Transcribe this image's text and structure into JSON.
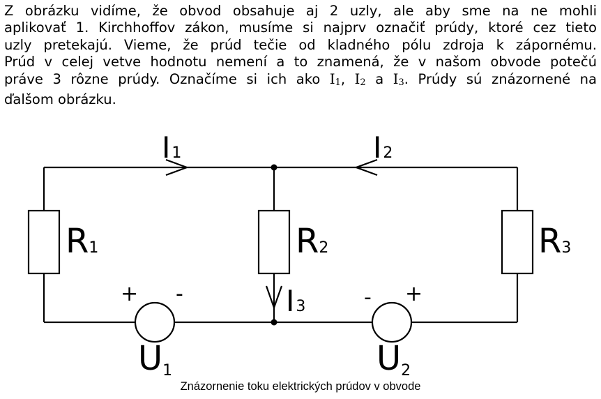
{
  "paragraph": {
    "line1": "Z obrázku vidíme, že obvod obsahuje aj 2 uzly, ale aby sme na ne mohli",
    "line2": "aplikovať 1. Kirchhoffov zákon, musíme si najprv označiť prúdy, ktoré cez tieto",
    "line3": "uzly pretekajú. Vieme, že prúd tečie od kladného pólu zdroja k zápornému.",
    "line4": "Prúd v celej vetve hodnotu nemení a to znamená, že v našom obvode potečú",
    "line5_start": "práve 3 rôzne prúdy. Označíme si ich ako ",
    "i_letter": "I",
    "i1_sub": "1",
    "comma": ", ",
    "i2_sub": "2",
    "and": " a ",
    "i3_sub": "3",
    "line5_end": ". Prúdy sú znázornené na",
    "line6": "ďalšom obrázku."
  },
  "circuit": {
    "current_letter": "I",
    "i1_sub": "1",
    "i2_sub": "2",
    "i3_sub": "3",
    "resistor_letter": "R",
    "r1_sub": "1",
    "r2_sub": "2",
    "r3_sub": "3",
    "source_letter": "U",
    "u1_sub": "1",
    "u2_sub": "2",
    "plus": "+",
    "minus": "-"
  },
  "caption": "Znázornenie toku elektrických prúdov v obvode"
}
